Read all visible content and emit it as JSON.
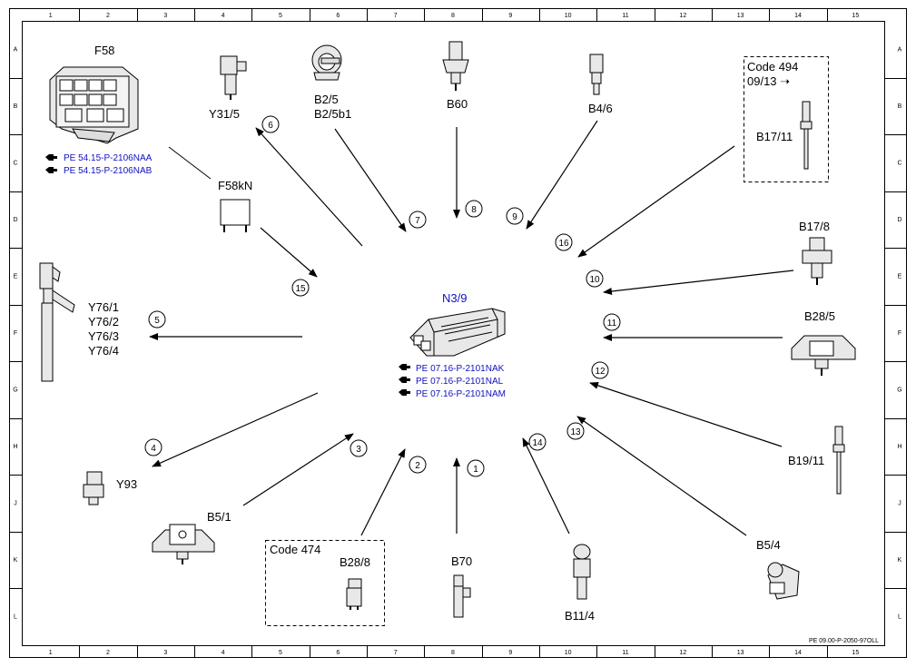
{
  "grid": {
    "columns": [
      "1",
      "2",
      "3",
      "4",
      "5",
      "6",
      "7",
      "8",
      "9",
      "10",
      "11",
      "12",
      "13",
      "14",
      "15"
    ],
    "rows": [
      "A",
      "B",
      "C",
      "D",
      "E",
      "F",
      "G",
      "H",
      "J",
      "K",
      "L"
    ]
  },
  "center": {
    "label": "N3/9",
    "refs": [
      "PE 07.16-P-2101NAK",
      "PE 07.16-P-2101NAL",
      "PE 07.16-P-2101NAM"
    ]
  },
  "components": {
    "f58": {
      "label": "F58",
      "refs": [
        "PE 54.15-P-2106NAA",
        "PE 54.15-P-2106NAB"
      ]
    },
    "f58kn": {
      "label": "F58kN"
    },
    "y31_5": {
      "label": "Y31/5"
    },
    "b2_5": {
      "label1": "B2/5",
      "label2": "B2/5b1"
    },
    "b60": {
      "label": "B60"
    },
    "b4_6": {
      "label": "B4/6"
    },
    "b17_11": {
      "code": "Code 494",
      "date": "09/13 ➝",
      "label": "B17/11"
    },
    "b17_8": {
      "label": "B17/8"
    },
    "b28_5": {
      "label": "B28/5"
    },
    "b19_11": {
      "label": "B19/11"
    },
    "b5_4": {
      "label": "B5/4"
    },
    "b11_4": {
      "label": "B11/4"
    },
    "b70": {
      "label": "B70"
    },
    "b28_8": {
      "code": "Code 474",
      "label": "B28/8"
    },
    "b5_1": {
      "label": "B5/1"
    },
    "y93": {
      "label": "Y93"
    },
    "y76": {
      "labels": [
        "Y76/1",
        "Y76/2",
        "Y76/3",
        "Y76/4"
      ]
    }
  },
  "arrows": [
    "1",
    "2",
    "3",
    "4",
    "5",
    "6",
    "7",
    "8",
    "9",
    "10",
    "11",
    "12",
    "13",
    "14",
    "15",
    "16"
  ],
  "footer": {
    "docref": "PE 09.00-P-2050-97OLL"
  }
}
